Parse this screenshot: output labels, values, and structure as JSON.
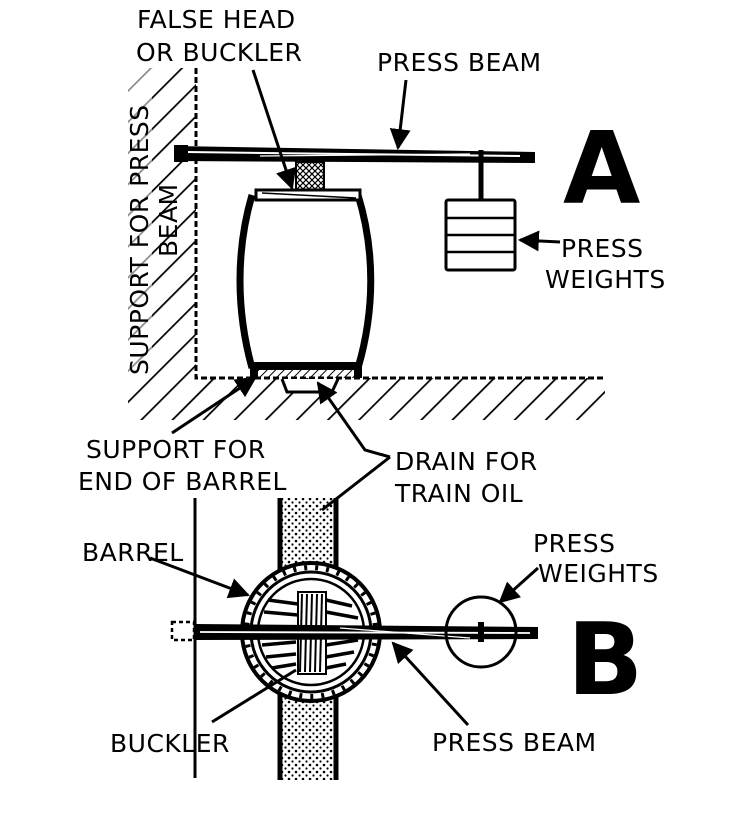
{
  "colors": {
    "ink": "#000000",
    "paper": "#ffffff"
  },
  "figure_a": {
    "letter": "A",
    "labels": {
      "false_head_line1": "FALSE HEAD",
      "false_head_line2": "OR BUCKLER",
      "press_beam": "PRESS BEAM",
      "support_line1": "SUPPORT FOR PRESS",
      "support_line2": "BEAM",
      "press_weights_line1": "PRESS",
      "press_weights_line2": "WEIGHTS",
      "support_end_line1": "SUPPORT FOR",
      "support_end_line2": "END OF BARREL",
      "drain_line1": "DRAIN FOR",
      "drain_line2": "TRAIN OIL"
    }
  },
  "figure_b": {
    "letter": "B",
    "labels": {
      "barrel": "BARREL",
      "press_weights_line1": "PRESS",
      "press_weights_line2": "WEIGHTS",
      "buckler": "BUCKLER",
      "press_beam": "PRESS BEAM"
    }
  }
}
